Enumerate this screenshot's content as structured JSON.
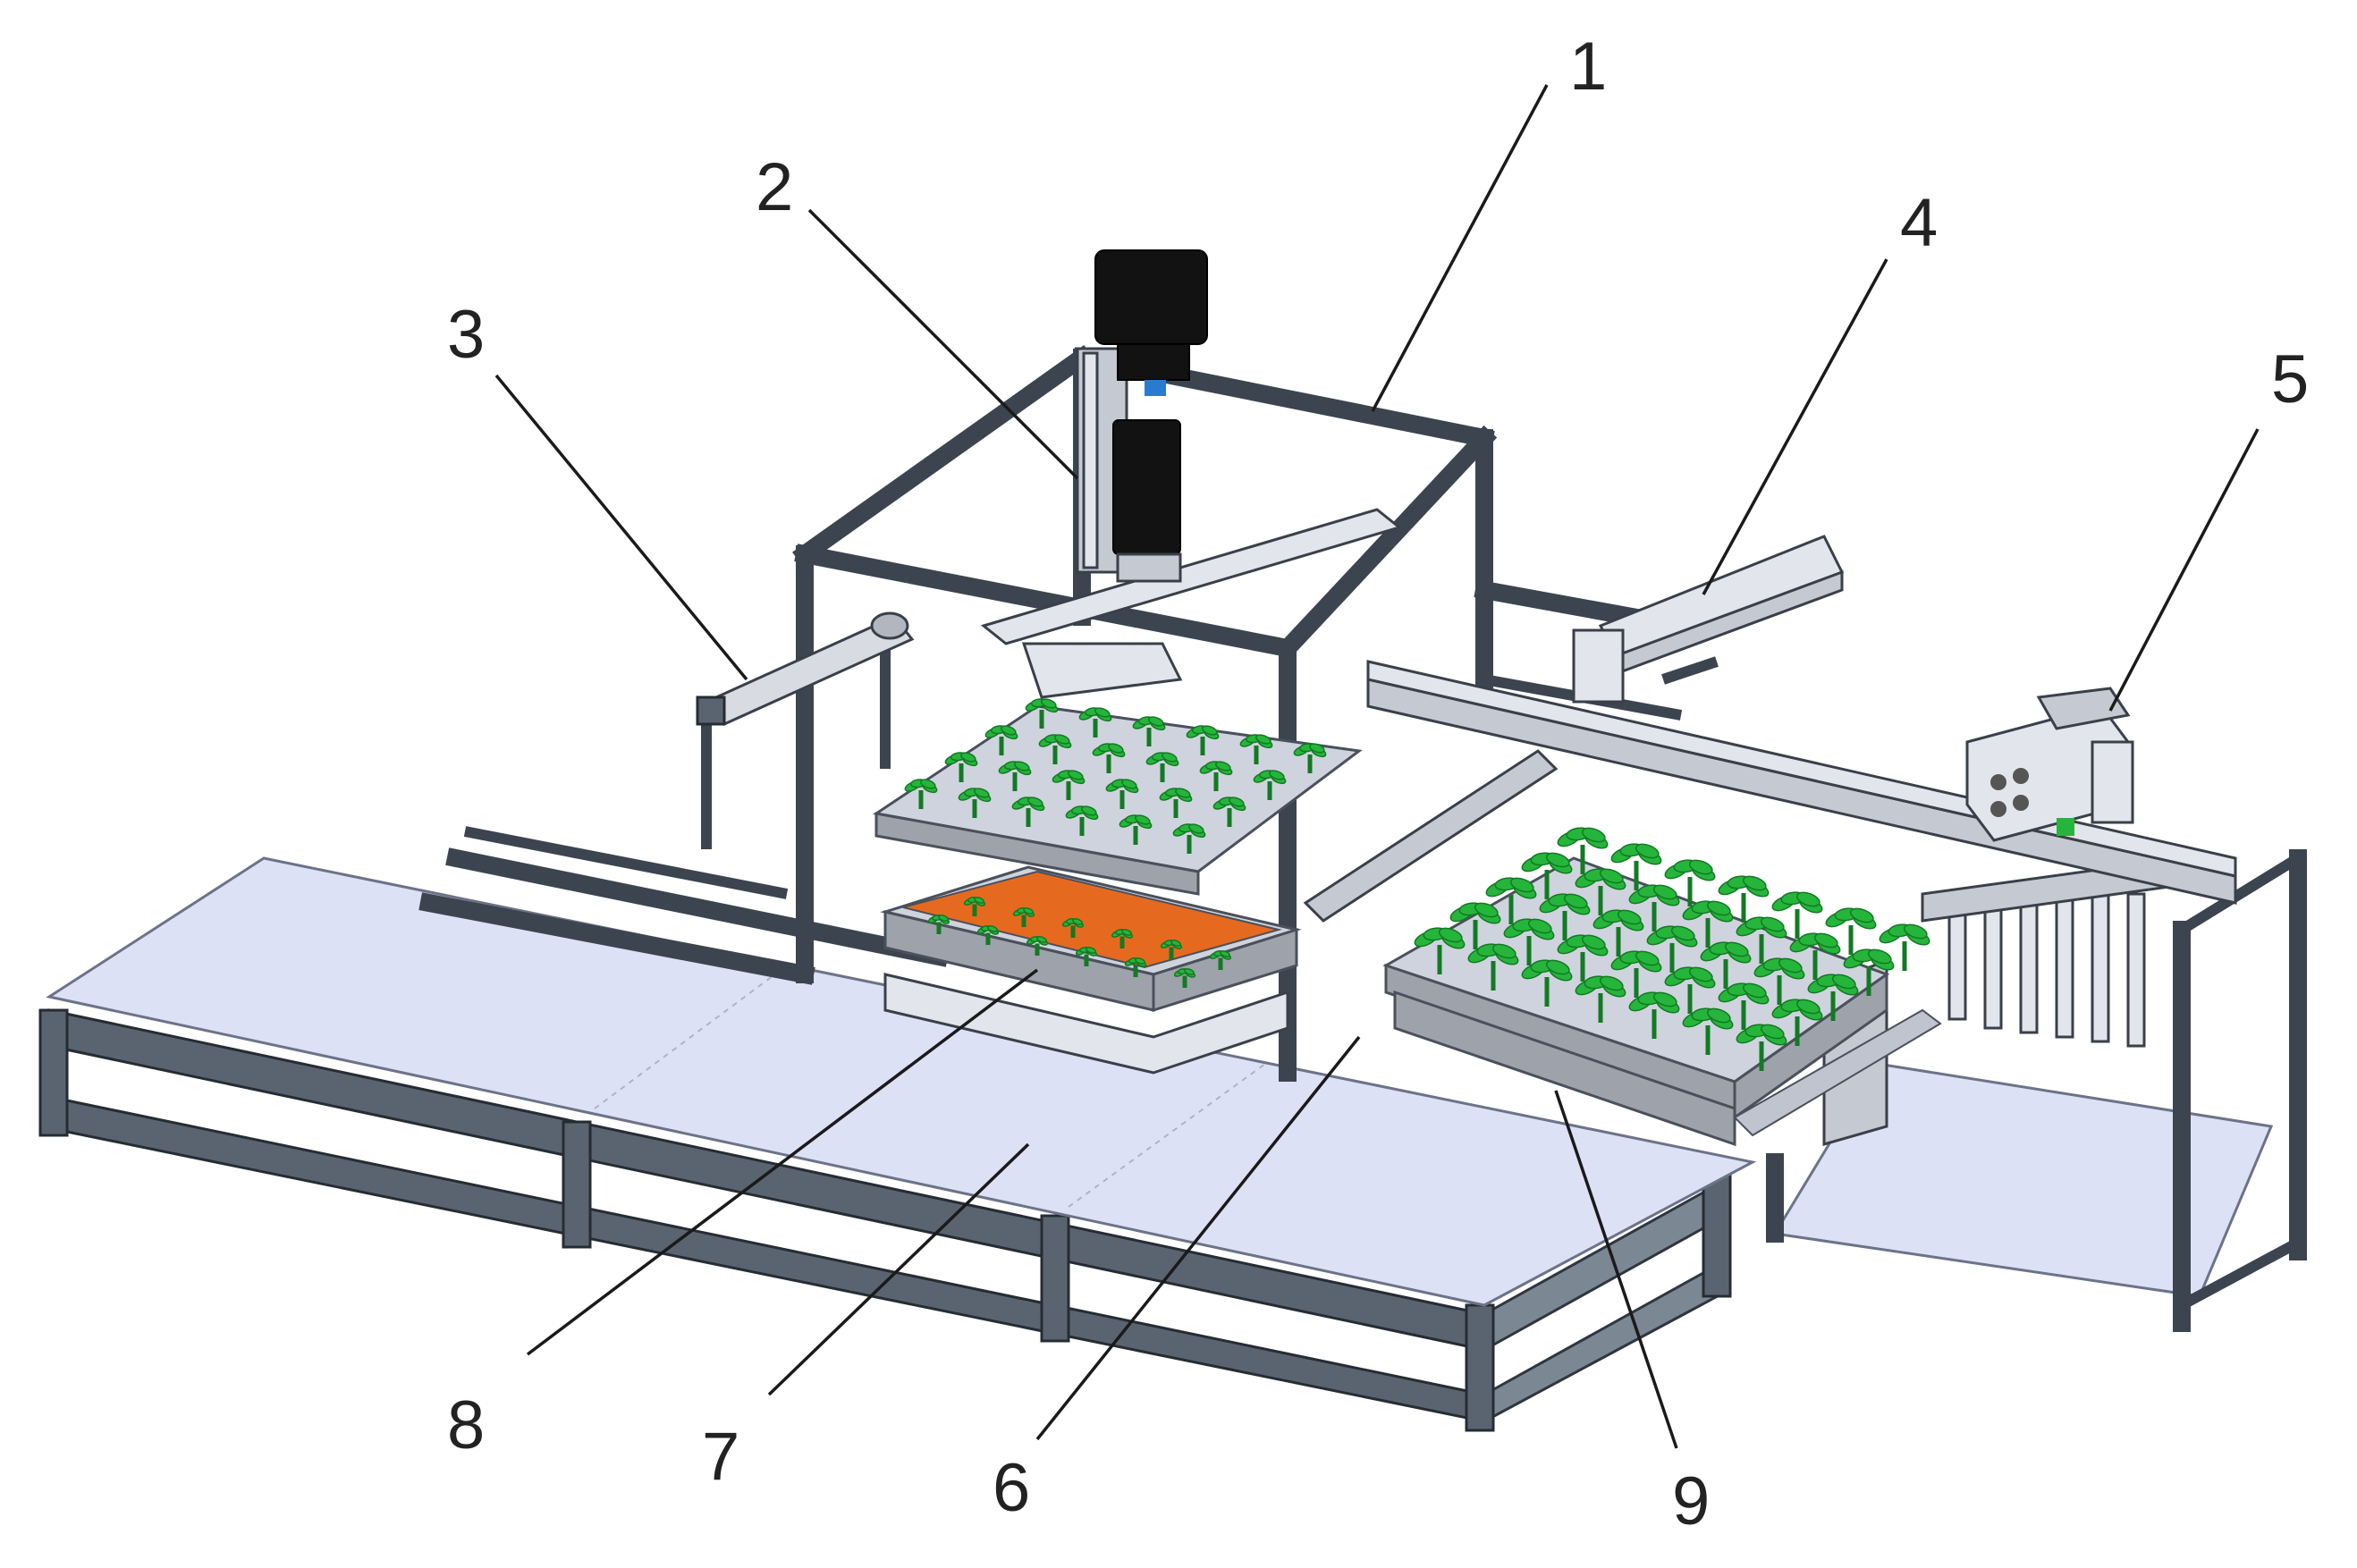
{
  "callouts": [
    {
      "id": "1",
      "label": "1"
    },
    {
      "id": "2",
      "label": "2"
    },
    {
      "id": "3",
      "label": "3"
    },
    {
      "id": "4",
      "label": "4"
    },
    {
      "id": "5",
      "label": "5"
    },
    {
      "id": "6",
      "label": "6"
    },
    {
      "id": "7",
      "label": "7"
    },
    {
      "id": "8",
      "label": "8"
    },
    {
      "id": "9",
      "label": "9"
    }
  ],
  "colors": {
    "frame": "#7c8794",
    "plate": "#dde1f5",
    "seedling": "#25b53b",
    "tray_cell_orange": "#e56a1f",
    "motor": "#121212"
  }
}
